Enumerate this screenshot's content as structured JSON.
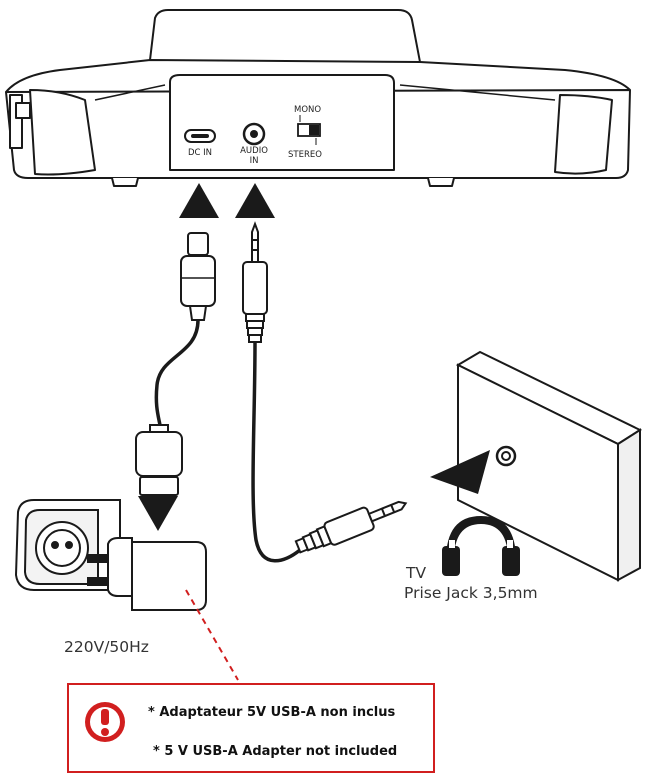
{
  "device": {
    "ports": {
      "dc_in": "DC IN",
      "audio_in_line1": "AUDIO",
      "audio_in_line2": "IN",
      "mono": "MONO",
      "stereo": "STEREO"
    }
  },
  "annotations": {
    "voltage": "220V/50Hz",
    "tv": "TV",
    "jack": "Prise Jack 3,5mm"
  },
  "warning": {
    "line_fr": "* Adaptateur 5V USB-A non inclus",
    "line_en": "* 5 V USB-A Adapter not included",
    "border_color": "#d11f1f",
    "icon": "exclamation-circle-icon"
  },
  "colors": {
    "line": "#1a1a1a",
    "warning": "#d11f1f"
  }
}
